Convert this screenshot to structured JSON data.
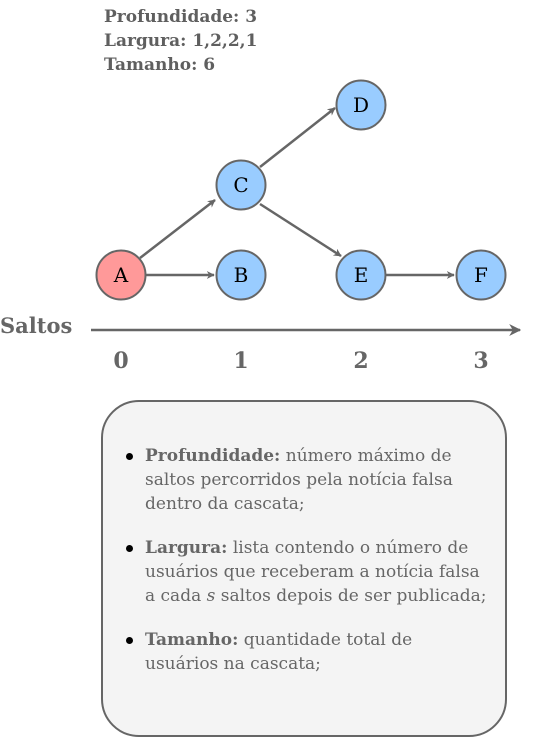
{
  "stats": {
    "depth": "Profundidade: 3",
    "width": "Largura: 1,2,2,1",
    "size": "Tamanho: 6"
  },
  "colors": {
    "root_fill": "#ff9999",
    "node_fill": "#99ccff",
    "stroke": "#666666"
  },
  "nodes": [
    {
      "id": "A",
      "label": "A",
      "root": true
    },
    {
      "id": "B",
      "label": "B"
    },
    {
      "id": "C",
      "label": "C"
    },
    {
      "id": "D",
      "label": "D"
    },
    {
      "id": "E",
      "label": "E"
    },
    {
      "id": "F",
      "label": "F"
    }
  ],
  "edges": [
    {
      "from": "A",
      "to": "B"
    },
    {
      "from": "A",
      "to": "C"
    },
    {
      "from": "C",
      "to": "D"
    },
    {
      "from": "C",
      "to": "E"
    },
    {
      "from": "E",
      "to": "F"
    }
  ],
  "axis": {
    "title": "Saltos",
    "ticks": [
      "0",
      "1",
      "2",
      "3"
    ]
  },
  "legend": {
    "items": [
      {
        "term": "Profundidade:",
        "text": " número máximo de saltos percorridos pela notícia falsa dentro da cascata;"
      },
      {
        "term": "Largura:",
        "text_before": " lista contendo o número de usuários que receberam a notícia falsa a cada ",
        "emph": "s",
        "text_after": " saltos depois de ser publicada;"
      },
      {
        "term": "Tamanho:",
        "text": " quantidade total de usuários na cascata;"
      }
    ]
  }
}
